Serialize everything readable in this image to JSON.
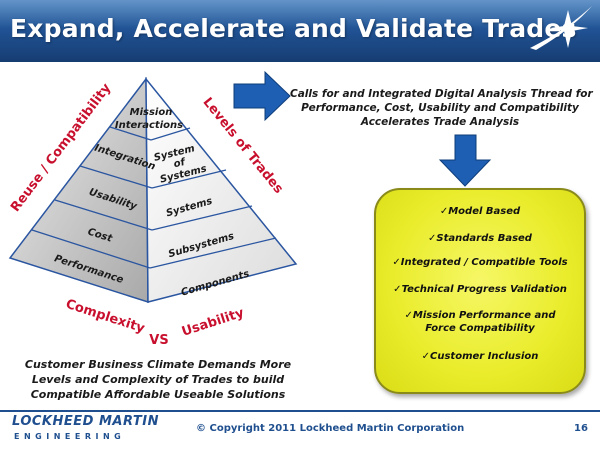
{
  "slide": {
    "title": "Expand, Accelerate and Validate Trades",
    "page_number": "16",
    "copyright": "© Copyright 2011 Lockheed Martin Corporation",
    "brand_name": "LOCKHEED MARTIN",
    "brand_sub": "ENGINEERING"
  },
  "pyramid": {
    "apex_label_lines": [
      "Mission",
      "Interactions"
    ],
    "left_tiers": [
      "Integration",
      "Usability",
      "Cost",
      "Performance"
    ],
    "right_tiers": {
      "system_of_systems": [
        "System",
        "of",
        "Systems"
      ],
      "systems": "Systems",
      "subsystems": "Subsystems",
      "components": "Components"
    },
    "left_side_label": "Reuse / Compatibility",
    "right_side_label": "Levels of Trades",
    "bottom_left_label": "Complexity",
    "bottom_vs": "VS",
    "bottom_right_label": "Usability"
  },
  "right_text": [
    "Calls for and Integrated Digital Analysis Thread  for",
    "Performance, Cost,  Usability and Compatibility",
    "Accelerates Trade Analysis"
  ],
  "benefits": [
    {
      "lines": [
        "Model Based"
      ]
    },
    {
      "lines": [
        "Standards Based"
      ]
    },
    {
      "lines": [
        "Integrated / Compatible Tools"
      ]
    },
    {
      "lines": [
        "Technical Progress Validation"
      ]
    },
    {
      "lines": [
        "Mission Performance and",
        "Force Compatibility"
      ]
    },
    {
      "lines": [
        "Customer Inclusion"
      ]
    }
  ],
  "bottom_text": [
    "Customer Business Climate Demands More",
    "Levels and Complexity of Trades to build",
    "Compatible Affordable Useable Solutions"
  ],
  "colors": {
    "header_blue": "#1f4f8f",
    "accent_red": "#c8102e",
    "box_yellow": "#e9ec2a",
    "arrow_blue": "#1e5fb3"
  },
  "icons": {
    "check": "check-icon",
    "arrow_right": "arrow-right-icon",
    "arrow_down": "arrow-down-icon",
    "logo": "lockheed-star-icon"
  }
}
